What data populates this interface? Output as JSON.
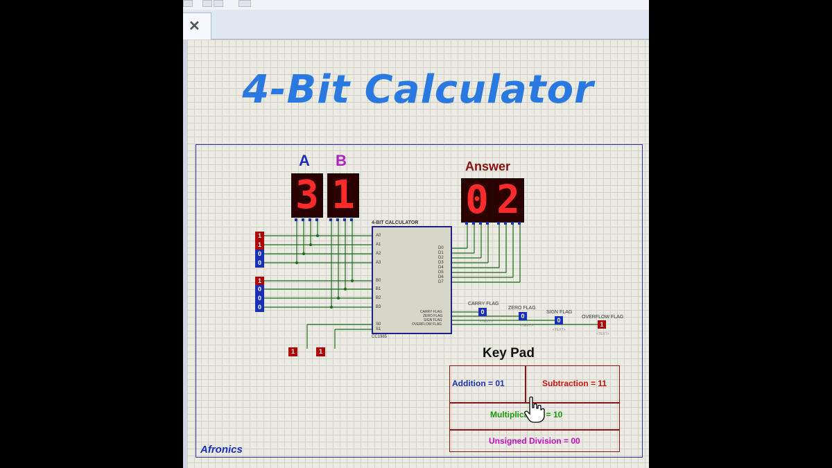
{
  "window": {
    "close_icon": "close-icon",
    "close_glyph": "✕"
  },
  "schematic": {
    "title": "4-Bit Calculator",
    "display_labels": {
      "a": "A",
      "b": "B",
      "answer": "Answer"
    },
    "displays": {
      "a": "3",
      "b": "1",
      "answer_tens": "0",
      "answer_ones": "2"
    },
    "chip": {
      "title": "4-BIT CALCULATOR",
      "ref": "CC1985",
      "inputs": [
        "A0",
        "A1",
        "A2",
        "A3",
        "B0",
        "B1",
        "B2",
        "B3",
        "S0",
        "S1"
      ],
      "outputs": [
        "D0",
        "D1",
        "D2",
        "D3",
        "D4",
        "D5",
        "D6",
        "D7"
      ],
      "flag_outputs": [
        "CARRY FLAG",
        "ZERO FLAG",
        "SIGN FLAG",
        "OVERFLOW FLAG"
      ]
    },
    "a_inputs": [
      "1",
      "1",
      "0",
      "0"
    ],
    "b_inputs": [
      "1",
      "0",
      "0",
      "0"
    ],
    "select_inputs": [
      "1",
      "1"
    ],
    "flags": [
      {
        "label": "CARRY FLAG",
        "value": "0"
      },
      {
        "label": "ZERO FLAG",
        "value": "0"
      },
      {
        "label": "SIGN FLAG",
        "value": "0"
      },
      {
        "label": "OVERFLOW FLAG",
        "value": "1"
      }
    ],
    "flag_placeholder": "<TEXT>",
    "keypad": {
      "title": "Key Pad",
      "addition": "Addition = 01",
      "subtraction": "Subtraction = 11",
      "multiplication": "Multiplication = 10",
      "division": "Unsigned Division = 00"
    },
    "brand": "Afronics",
    "colors": {
      "title": "#2a79e0",
      "a_label": "#1a2fb8",
      "b_label": "#b020c0",
      "addition": "#1a2fb8",
      "subtraction": "#d01010",
      "multiplication": "#1a9a10",
      "division": "#c010c0",
      "segment_on": "#ff2a2a",
      "logic_high": "#b00000",
      "logic_low": "#1a2fb8"
    },
    "cursor_icon": "hand-pointer-icon"
  }
}
